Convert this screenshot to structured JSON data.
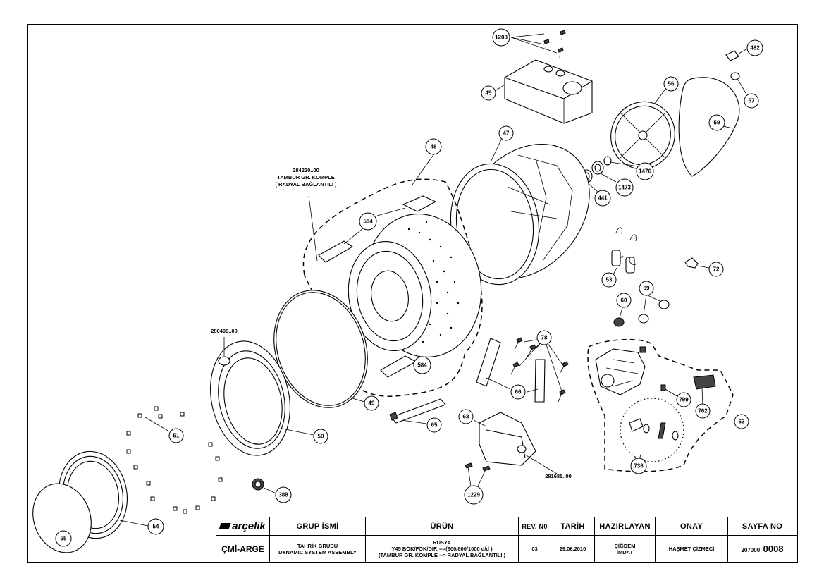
{
  "assembly_labels": {
    "drum_assembly_code": "284220..00",
    "drum_assembly_line1": "TAMBUR GR. KOMPLE",
    "drum_assembly_line2": "( RADYAL BAĞLANTILI )",
    "door_frame_code": "280499..00",
    "foot_code": "281685..00"
  },
  "callouts": [
    "1203",
    "482",
    "57",
    "45",
    "56",
    "59",
    "47",
    "48",
    "1476",
    "1473",
    "441",
    "584",
    "584",
    "53",
    "72",
    "69",
    "60",
    "78",
    "66",
    "65",
    "68",
    "49",
    "50",
    "51",
    "388",
    "55",
    "54",
    "63",
    "762",
    "799",
    "736",
    "1229"
  ],
  "title_block": {
    "logo": "arçelik",
    "group_header": "GRUP İSMİ",
    "product_header": "ÜRÜN",
    "rev_header": "REV. N0",
    "date_header": "TARİH",
    "prepared_header": "HAZIRLAYAN",
    "approved_header": "ONAY",
    "page_header": "SAYFA NO",
    "dept": "ÇMİ-ARGE",
    "group_line1": "TAHRİK GRUBU",
    "group_line2": "DYNAMIC SYSTEM ASSEMBLY",
    "product_line1": "RUSYA",
    "product_line2": "Y45 BÖK/FÖK/DIF. -->(600/800/1000 d/d )",
    "product_line3": "(TAMBUR GR. KOMPLE --> RADYAL BAĞLANTILI )",
    "rev": "03",
    "date": "29.06.2010",
    "prepared_line1": "ÇİĞDEM",
    "prepared_line2": "İMDAT",
    "approved": "HAŞMET ÇİZMECİ",
    "page_prefix": "207000",
    "page_main": "0008"
  }
}
